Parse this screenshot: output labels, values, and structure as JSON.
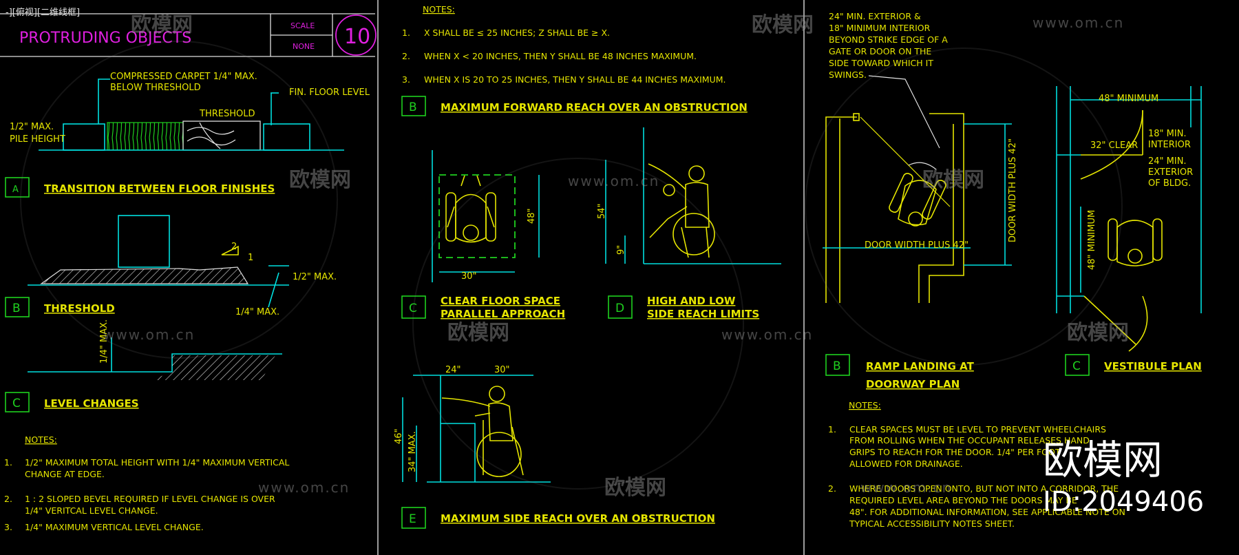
{
  "window_title": "-][俯视][二维线框]",
  "title_block": {
    "title": "PROTRUDING OBJECTS",
    "scale_label": "SCALE",
    "scale_value": "NONE",
    "sheet_number": "10"
  },
  "panel1": {
    "carpet_note_1": "COMPRESSED CARPET 1/4\" MAX.",
    "carpet_note_2": "BELOW THRESHOLD",
    "fin_floor": "FIN. FLOOR LEVEL",
    "threshold_label": "THRESHOLD",
    "pile_1": "1/2\" MAX.",
    "pile_2": "PILE HEIGHT",
    "sec_a_letter": "A",
    "sec_a_title": "TRANSITION BETWEEN FLOOR FINISHES",
    "bevel_2": "2",
    "bevel_1": "1",
    "half_max": "1/2\" MAX.",
    "quarter_max": "1/4\" MAX.",
    "sec_b_letter": "B",
    "sec_b_title": "THRESHOLD",
    "level_quarter": "1/4\" MAX.",
    "sec_c_letter": "C",
    "sec_c_title": "LEVEL CHANGES",
    "notes_title": "NOTES:",
    "notes": [
      {
        "num": "1.",
        "l1": "1/2\" MAXIMUM TOTAL HEIGHT WITH 1/4\" MAXIMUM VERTICAL",
        "l2": "CHANGE AT EDGE."
      },
      {
        "num": "2.",
        "l1": "1 : 2 SLOPED BEVEL REQUIRED IF LEVEL CHANGE IS OVER",
        "l2": "1/4\" VERITCAL LEVEL CHANGE."
      },
      {
        "num": "3.",
        "l1": "1/4\" MAXIMUM VERTICAL LEVEL CHANGE.",
        "l2": ""
      }
    ]
  },
  "panel2": {
    "notes_title": "NOTES:",
    "notes": [
      {
        "num": "1.",
        "text": "X SHALL BE ≤ 25 INCHES; Z SHALL BE ≥ X."
      },
      {
        "num": "2.",
        "text": "WHEN X < 20 INCHES, THEN Y SHALL BE 48 INCHES MAXIMUM."
      },
      {
        "num": "3.",
        "text": "WHEN X IS 20 TO 25 INCHES, THEN Y SHALL BE 44 INCHES MAXIMUM."
      }
    ],
    "sec_b_letter": "B",
    "sec_b_title": "MAXIMUM FORWARD REACH OVER AN OBSTRUCTION",
    "dim_48": "48\"",
    "dim_30": "30\"",
    "dim_54": "54\"",
    "dim_9": "9\"",
    "sec_c_letter": "C",
    "sec_c_title_1": "CLEAR FLOOR SPACE",
    "sec_c_title_2": "PARALLEL APPROACH",
    "sec_d_letter": "D",
    "sec_d_title_1": "HIGH AND LOW",
    "sec_d_title_2": "SIDE REACH LIMITS",
    "dim_24": "24\"",
    "dim_30b": "30\"",
    "dim_46": "46\"",
    "dim_34": "34\" MAX.",
    "sec_e_letter": "E",
    "sec_e_title": "MAXIMUM SIDE REACH OVER AN OBSTRUCTION"
  },
  "panel3": {
    "door_note": [
      "24\" MIN. EXTERIOR &",
      "18\" MINIMUM INTERIOR",
      "BEYOND STRIKE EDGE OF A",
      "GATE OR DOOR ON THE",
      "SIDE TOWARD WHICH IT",
      "SWINGS."
    ],
    "door_width_1": "DOOR WIDTH PLUS 42\"",
    "door_width_2": "DOOR WIDTH PLUS 42\"",
    "min_48_top": "48\" MINIMUM",
    "clear_32": "32\" CLEAR",
    "int_18_1": "18\" MIN.",
    "int_18_2": "INTERIOR",
    "ext_24_1": "24\" MIN.",
    "ext_24_2": "EXTERIOR",
    "ext_24_3": "OF BLDG.",
    "min_48_side": "48\" MINIMUM",
    "sec_b_letter": "B",
    "sec_b_title_1": "RAMP LANDING AT",
    "sec_b_title_2": "DOORWAY PLAN",
    "sec_c_letter": "C",
    "sec_c_title": "VESTIBULE PLAN",
    "notes_title": "NOTES:",
    "notes": [
      {
        "num": "1.",
        "lines": [
          "CLEAR SPACES MUST BE LEVEL TO PREVENT WHEELCHAIRS",
          "FROM ROLLING WHEN THE OCCUPANT RELEASES HAND",
          "GRIPS TO REACH FOR THE DOOR.  1/4\" PER FOOT",
          "ALLOWED FOR DRAINAGE."
        ]
      },
      {
        "num": "2.",
        "lines": [
          "WHERE DOORS OPEN ONTO, BUT NOT INTO A CORRIDOR, THE",
          "REQUIRED LEVEL AREA BEYOND THE DOORS MAY BE",
          "48\".  FOR ADDITIONAL INFORMATION, SEE APPLICABLE NOTE ON",
          "TYPICAL ACCESSIBILITY NOTES SHEET."
        ]
      }
    ]
  },
  "watermark": {
    "brand": "欧模网",
    "url": "www.om.cn",
    "id_text": "ID:2049406"
  },
  "colors": {
    "cyan": "#00e0e0",
    "yellow": "#e6e600",
    "green": "#1fd11f",
    "magenta": "#e020e0",
    "white": "#e0e0e0"
  }
}
